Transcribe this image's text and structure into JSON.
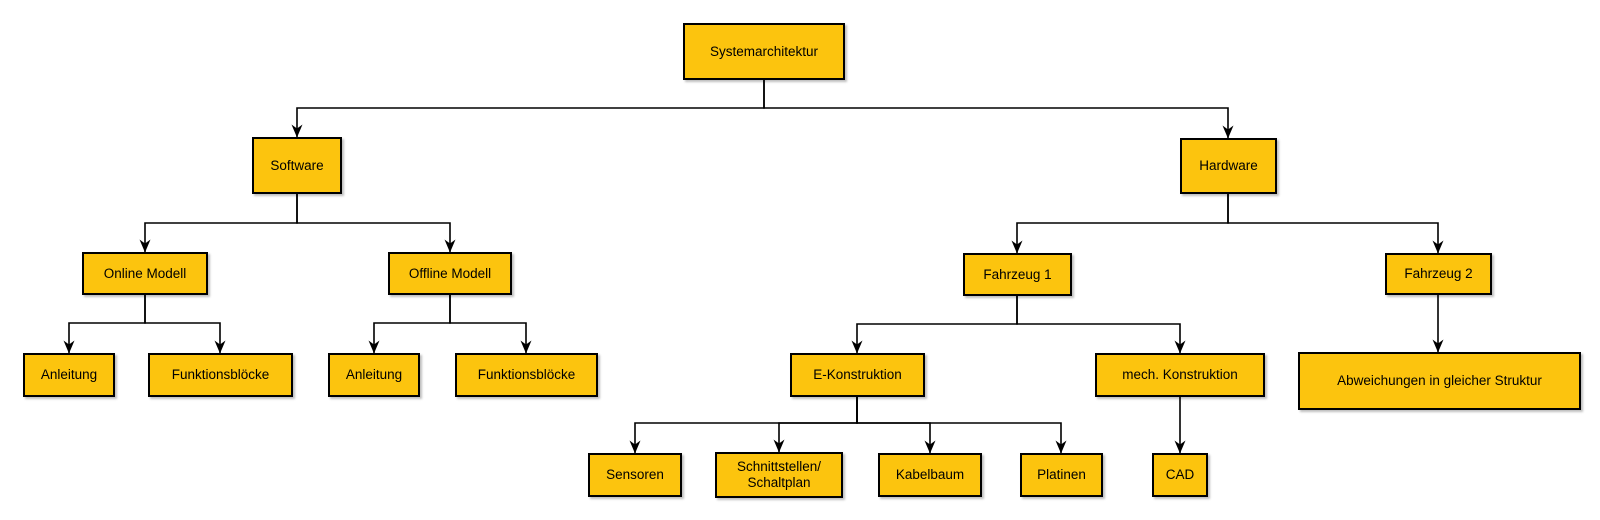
{
  "diagram": {
    "title": "Systemarchitektur",
    "type": "tree",
    "style": {
      "node_fill": "#FCC40E",
      "node_border": "#000000",
      "edge_color": "#000000",
      "text_color": "#000000",
      "canvas_bg": "#FFFFFF"
    },
    "nodes": {
      "systemarchitektur": {
        "label": "Systemarchitektur"
      },
      "software": {
        "label": "Software"
      },
      "hardware": {
        "label": "Hardware"
      },
      "online_modell": {
        "label": "Online Modell"
      },
      "offline_modell": {
        "label": "Offline Modell"
      },
      "anleitung_online": {
        "label": "Anleitung"
      },
      "funktionsbloecke_online": {
        "label": "Funktionsblöcke"
      },
      "anleitung_offline": {
        "label": "Anleitung"
      },
      "funktionsbloecke_offline": {
        "label": "Funktionsblöcke"
      },
      "fahrzeug_1": {
        "label": "Fahrzeug 1"
      },
      "fahrzeug_2": {
        "label": "Fahrzeug 2"
      },
      "e_konstruktion": {
        "label": "E-Konstruktion"
      },
      "mech_konstruktion": {
        "label": "mech. Konstruktion"
      },
      "abweichungen": {
        "label": "Abweichungen in gleicher Struktur"
      },
      "sensoren": {
        "label": "Sensoren"
      },
      "schnittstellen": {
        "label": "Schnittstellen/\nSchaltplan"
      },
      "kabelbaum": {
        "label": "Kabelbaum"
      },
      "platinen": {
        "label": "Platinen"
      },
      "cad": {
        "label": "CAD"
      }
    },
    "edges": [
      {
        "from": "systemarchitektur",
        "to": "software"
      },
      {
        "from": "systemarchitektur",
        "to": "hardware"
      },
      {
        "from": "software",
        "to": "online_modell"
      },
      {
        "from": "software",
        "to": "offline_modell"
      },
      {
        "from": "online_modell",
        "to": "anleitung_online"
      },
      {
        "from": "online_modell",
        "to": "funktionsbloecke_online"
      },
      {
        "from": "offline_modell",
        "to": "anleitung_offline"
      },
      {
        "from": "offline_modell",
        "to": "funktionsbloecke_offline"
      },
      {
        "from": "hardware",
        "to": "fahrzeug_1"
      },
      {
        "from": "hardware",
        "to": "fahrzeug_2"
      },
      {
        "from": "fahrzeug_1",
        "to": "e_konstruktion"
      },
      {
        "from": "fahrzeug_1",
        "to": "mech_konstruktion"
      },
      {
        "from": "fahrzeug_2",
        "to": "abweichungen"
      },
      {
        "from": "e_konstruktion",
        "to": "sensoren"
      },
      {
        "from": "e_konstruktion",
        "to": "schnittstellen"
      },
      {
        "from": "e_konstruktion",
        "to": "kabelbaum"
      },
      {
        "from": "e_konstruktion",
        "to": "platinen"
      },
      {
        "from": "mech_konstruktion",
        "to": "cad"
      }
    ]
  }
}
